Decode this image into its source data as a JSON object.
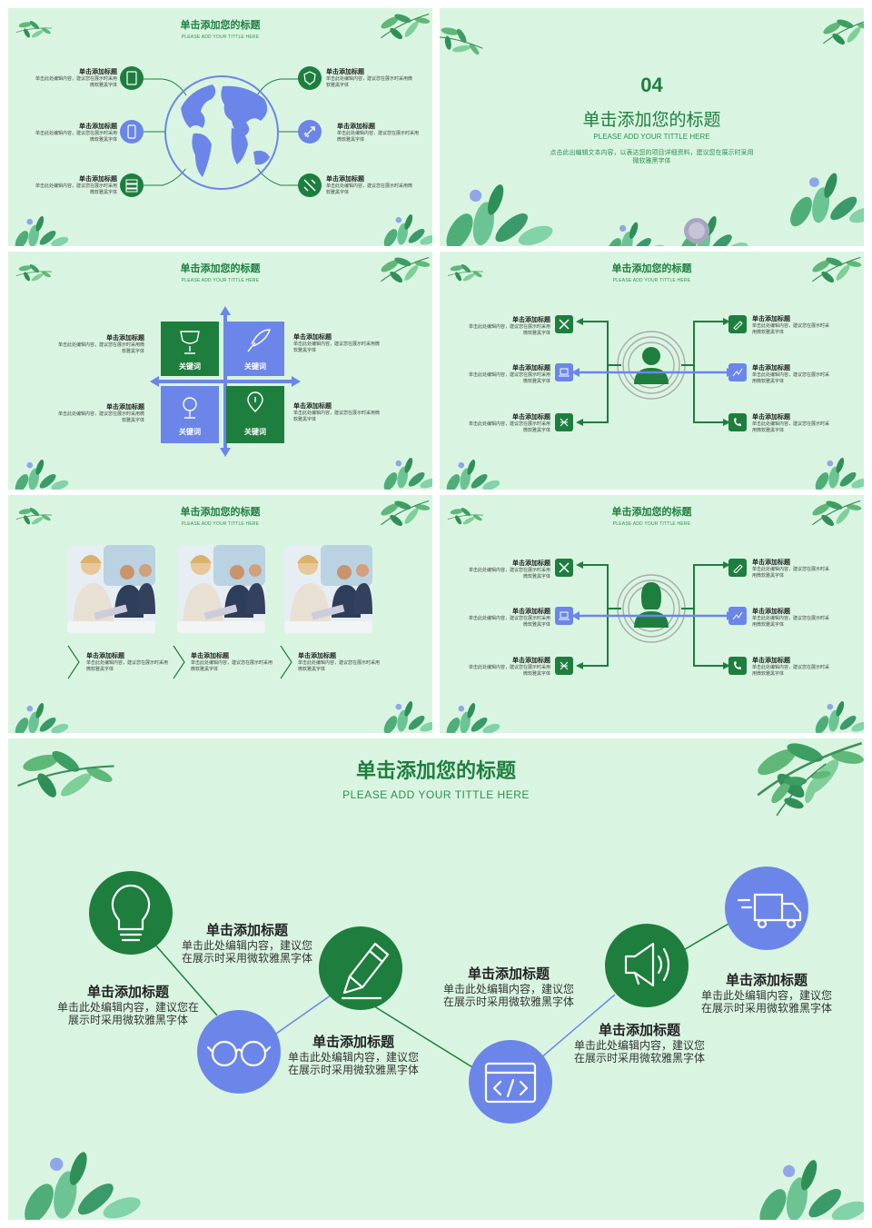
{
  "colors": {
    "green": "#1e7e3e",
    "blue": "#6b86e8",
    "bg": "#d9f5e1"
  },
  "common": {
    "title": "单击添加您的标题",
    "subtitle": "PLEASE ADD YOUR TITTLE HERE",
    "item_title": "单击添加标题",
    "item_body_short": "单击此处编辑内容，建议您在展示时采用微软雅黑字体",
    "keyword": "关键词"
  },
  "slide1": {
    "left_items": [
      "单击添加标题",
      "单击添加标题",
      "单击添加标题"
    ],
    "right_items": [
      "单击添加标题",
      "单击添加标题",
      "单击添加标题"
    ],
    "left_icons": [
      "tablet-icon",
      "phone-icon",
      "server-icon"
    ],
    "right_icons": [
      "shield-star-icon",
      "rocket-icon",
      "satellite-icon"
    ]
  },
  "slide2": {
    "number": "04",
    "title": "单击添加您的标题",
    "subtitle": "PLEASE ADD YOUR TITTLE HERE",
    "body": "点击此出编辑文本内容，以表达您的项目详细资料，建议您在展示时采用微软雅黑字体"
  },
  "slide3": {
    "quadrants": [
      "关键词",
      "关键词",
      "关键词",
      "关键词"
    ],
    "quadrant_icons": [
      "trophy-icon",
      "quill-icon",
      "globe-icon",
      "location-pin-icon"
    ]
  },
  "slide5": {
    "captions": [
      "单击添加标题",
      "单击添加标题",
      "单击添加标题"
    ],
    "caption_body": "单击此处编辑内容，建议您在展示时采用微软雅黑字体"
  },
  "slide7": {
    "title": "单击添加您的标题",
    "subtitle": "PLEASE ADD YOUR TITTLE HERE",
    "items": [
      {
        "title": "单击添加标题",
        "body": "单击此处编辑内容，建议您在展示时采用微软雅黑字体",
        "icon": "lightbulb-icon"
      },
      {
        "title": "单击添加标题",
        "body": "单击此处编辑内容，建议您在展示时采用微软雅黑字体",
        "icon": "glasses-icon"
      },
      {
        "title": "单击添加标题",
        "body": "单击此处编辑内容，建议您在展示时采用微软雅黑字体",
        "icon": "pencil-icon"
      },
      {
        "title": "单击添加标题",
        "body": "单击此处编辑内容，建议您在展示时采用微软雅黑字体",
        "icon": "code-window-icon"
      },
      {
        "title": "单击添加标题",
        "body": "单击此处编辑内容，建议您在展示时采用微软雅黑字体",
        "icon": "megaphone-icon"
      },
      {
        "title": "单击添加标题",
        "body": "单击此处编辑内容，建议您在展示时采用微软雅黑字体",
        "icon": "truck-icon"
      }
    ]
  }
}
